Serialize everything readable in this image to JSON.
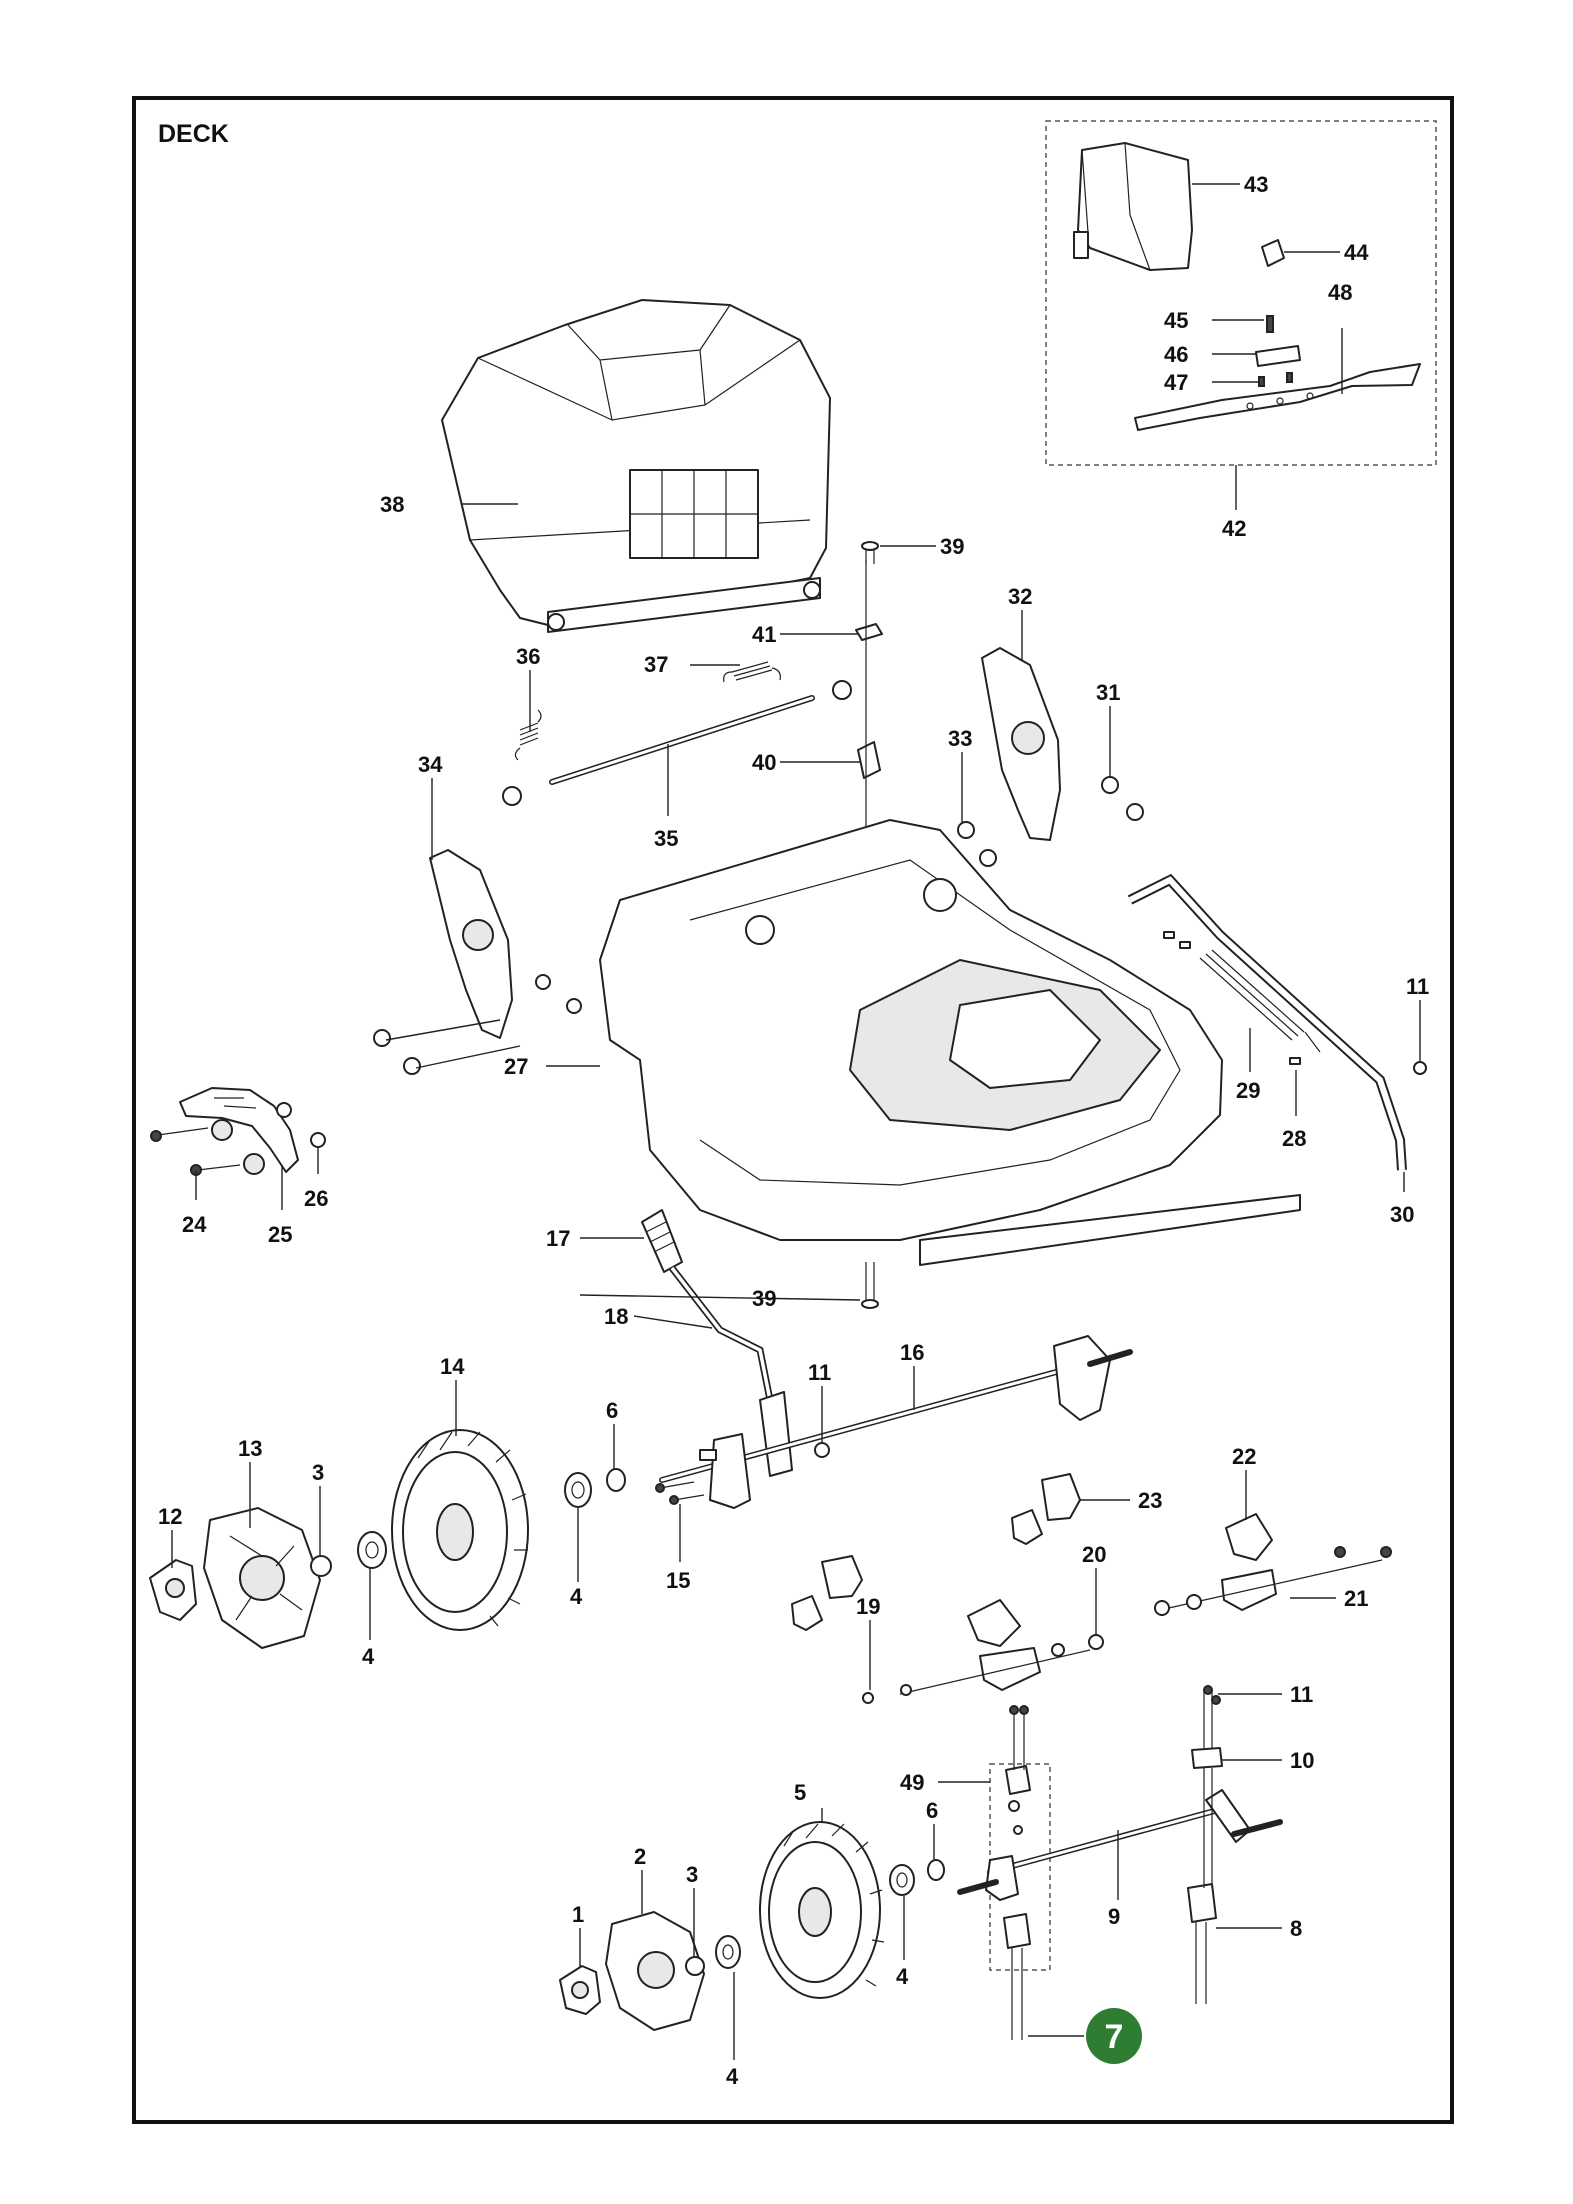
{
  "title": "DECK",
  "badge": {
    "text": "7",
    "color": "#2e7d32"
  },
  "labels": [
    "1",
    "2",
    "3",
    "3",
    "4",
    "4",
    "4",
    "4",
    "5",
    "6",
    "6",
    "8",
    "9",
    "10",
    "11",
    "11",
    "11",
    "12",
    "13",
    "14",
    "15",
    "16",
    "17",
    "18",
    "19",
    "20",
    "21",
    "22",
    "23",
    "24",
    "25",
    "26",
    "27",
    "28",
    "29",
    "30",
    "31",
    "32",
    "33",
    "34",
    "35",
    "36",
    "37",
    "38",
    "39",
    "39",
    "40",
    "41",
    "42",
    "43",
    "44",
    "45",
    "46",
    "47",
    "48",
    "49"
  ]
}
